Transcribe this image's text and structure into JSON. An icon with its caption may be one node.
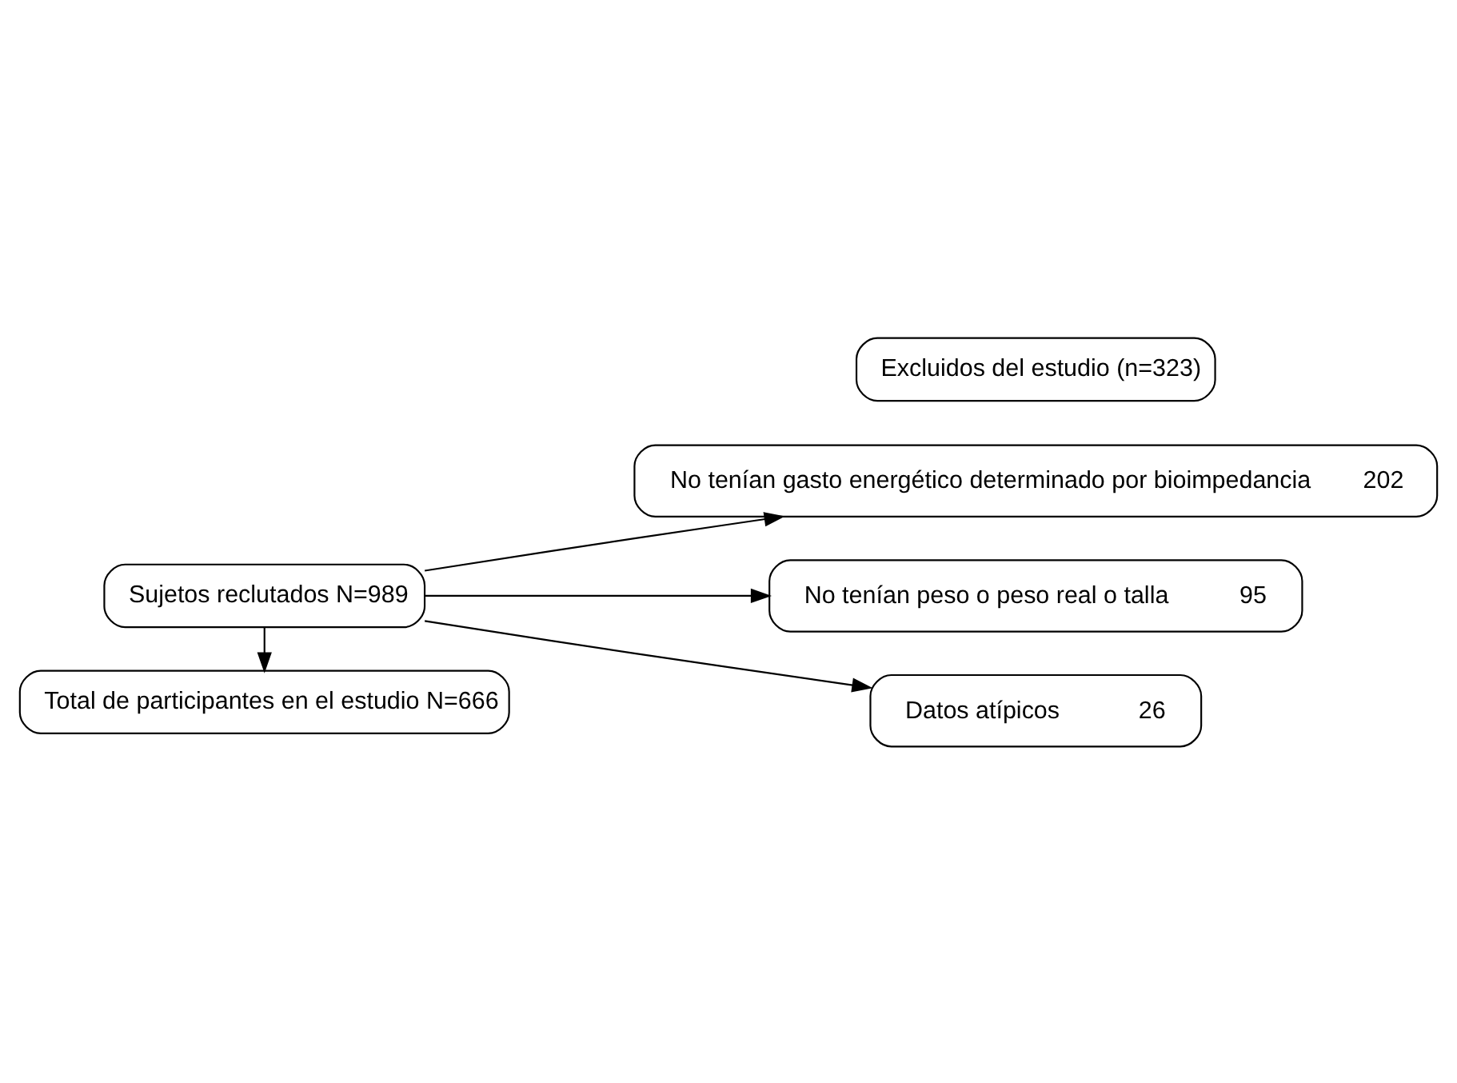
{
  "diagram": {
    "nodes": [
      {
        "text": [
          "Sujetos reclutados N=989"
        ]
      },
      {
        "text": [
          "Excluidos del estudio (n=323)"
        ]
      },
      {
        "text": [
          "No tenían gasto energético determinado por bioimpedancia",
          "202"
        ]
      },
      {
        "text": [
          "No tenían peso o peso real o talla",
          "95"
        ]
      },
      {
        "text": [
          "Datos atípicos",
          "26"
        ]
      },
      {
        "text": [
          "Total de participantes en el estudio N=666"
        ]
      }
    ],
    "edges": [
      {
        "from": 0,
        "to": 2,
        "arrow": "to"
      },
      {
        "from": 0,
        "to": 3,
        "arrow": "to"
      },
      {
        "from": 0,
        "to": 4,
        "arrow": "to"
      },
      {
        "from": 0,
        "to": 5,
        "arrow": "to"
      }
    ]
  }
}
